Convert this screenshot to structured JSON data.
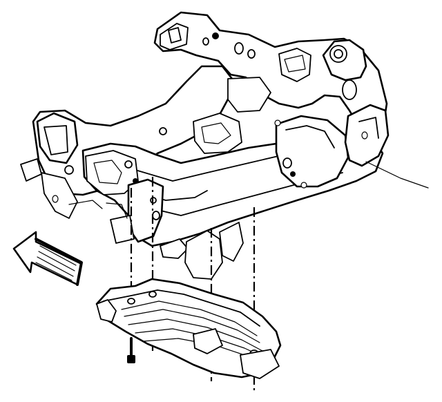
{
  "diagram": {
    "components": [
      {
        "id": "frame",
        "icon": "vehicle-frame-drawing"
      },
      {
        "id": "skid-plate",
        "icon": "skid-plate-drawing"
      },
      {
        "id": "bolt",
        "icon": "bolt-icon"
      },
      {
        "id": "direction-arrow",
        "icon": "forward-arrow-icon"
      }
    ],
    "alignment_lines": 4,
    "colors": {
      "ink": "#000000",
      "background": "#ffffff"
    }
  }
}
